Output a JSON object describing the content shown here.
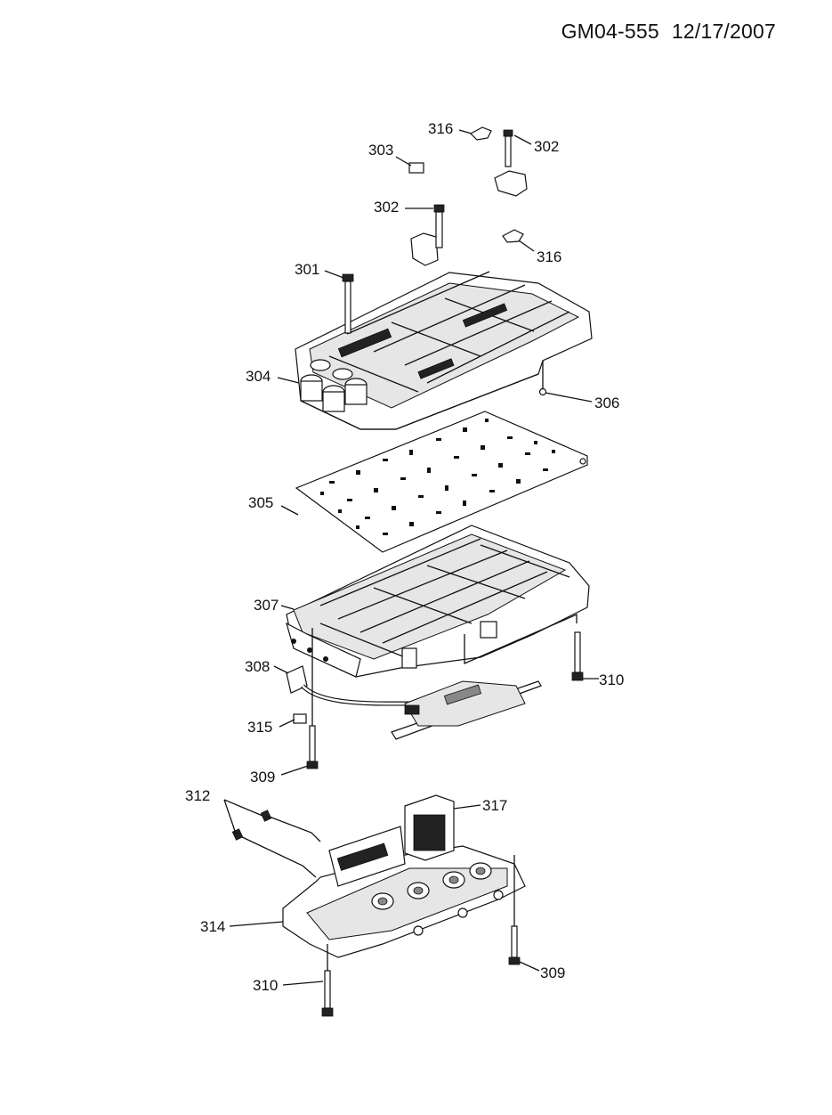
{
  "header": {
    "diagram_id": "GM04-555",
    "date": "12/17/2007"
  },
  "callouts": {
    "c301": "301",
    "c302a": "302",
    "c302b": "302",
    "c303": "303",
    "c304": "304",
    "c305": "305",
    "c306": "306",
    "c307": "307",
    "c308": "308",
    "c309a": "309",
    "c309b": "309",
    "c310a": "310",
    "c310b": "310",
    "c312": "312",
    "c314": "314",
    "c315": "315",
    "c316a": "316",
    "c316b": "316",
    "c317": "317"
  }
}
